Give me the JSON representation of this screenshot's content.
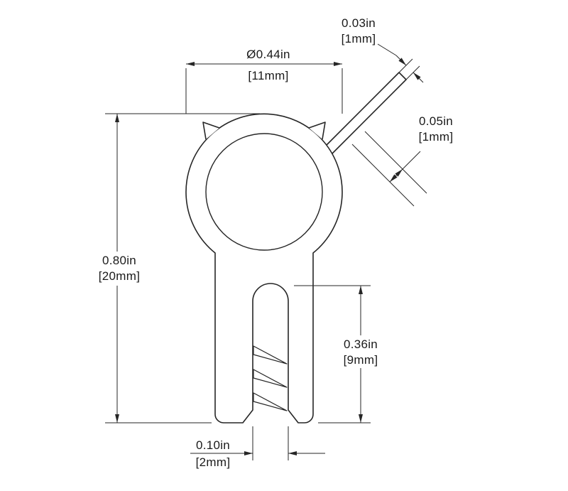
{
  "page": {
    "background_color": "#ffffff",
    "line_color": "#262626",
    "text_color": "#1a1a1a"
  },
  "drawing": {
    "kind": "seal-profile-cross-section",
    "dimensions": {
      "bulb_diameter": {
        "inches": "Ø0.44in",
        "metric": "[11mm]"
      },
      "lip_tip_thickness": {
        "inches": "0.03in",
        "metric": "[1mm]"
      },
      "lip_thickness": {
        "inches": "0.05in",
        "metric": "[1mm]"
      },
      "overall_height": {
        "inches": "0.80in",
        "metric": "[20mm]"
      },
      "channel_depth": {
        "inches": "0.36in",
        "metric": "[9mm]"
      },
      "channel_gap": {
        "inches": "0.10in",
        "metric": "[2mm]"
      }
    }
  }
}
